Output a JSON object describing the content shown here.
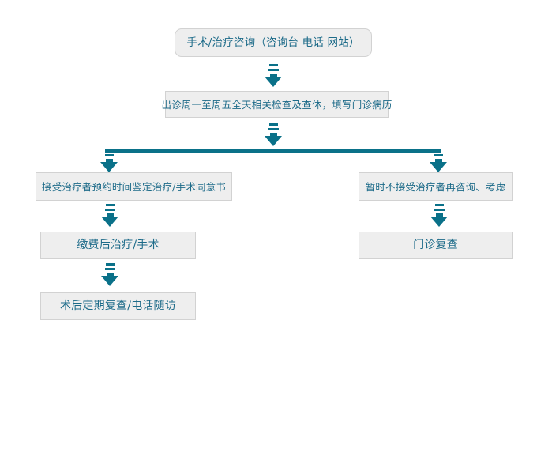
{
  "diagram": {
    "title_text": "",
    "accent_color": "#0a7189",
    "node_fill": "#eeeeee",
    "node_border": "#d2d2d2",
    "text_color": "#1d6b89",
    "background": "#ffffff"
  },
  "nodes": {
    "consultation": "手术/治疗咨询（咨询台 电话 网站）",
    "outpatient_exam": "出诊周一至周五全天相关检查及查体，填写门诊病历",
    "accept_treatment": "接受治疗者预约时间鉴定治疗/手术同意书",
    "decline_treatment": "暂时不接受治疗者再咨询、考虑",
    "payment_treatment": "缴费后治疗/手术",
    "outpatient_recheck": "门诊复查",
    "postop_followup": "术后定期复查/电话随访"
  },
  "connectors": {
    "arrow1": "down-arrow",
    "arrow2": "down-arrow",
    "branch_bar": "horizontal-branch-bar",
    "arrow_left_branch": "down-arrow",
    "arrow_right_branch": "down-arrow",
    "arrow_left_1": "down-arrow",
    "arrow_left_2": "down-arrow",
    "arrow_right_1": "down-arrow"
  }
}
